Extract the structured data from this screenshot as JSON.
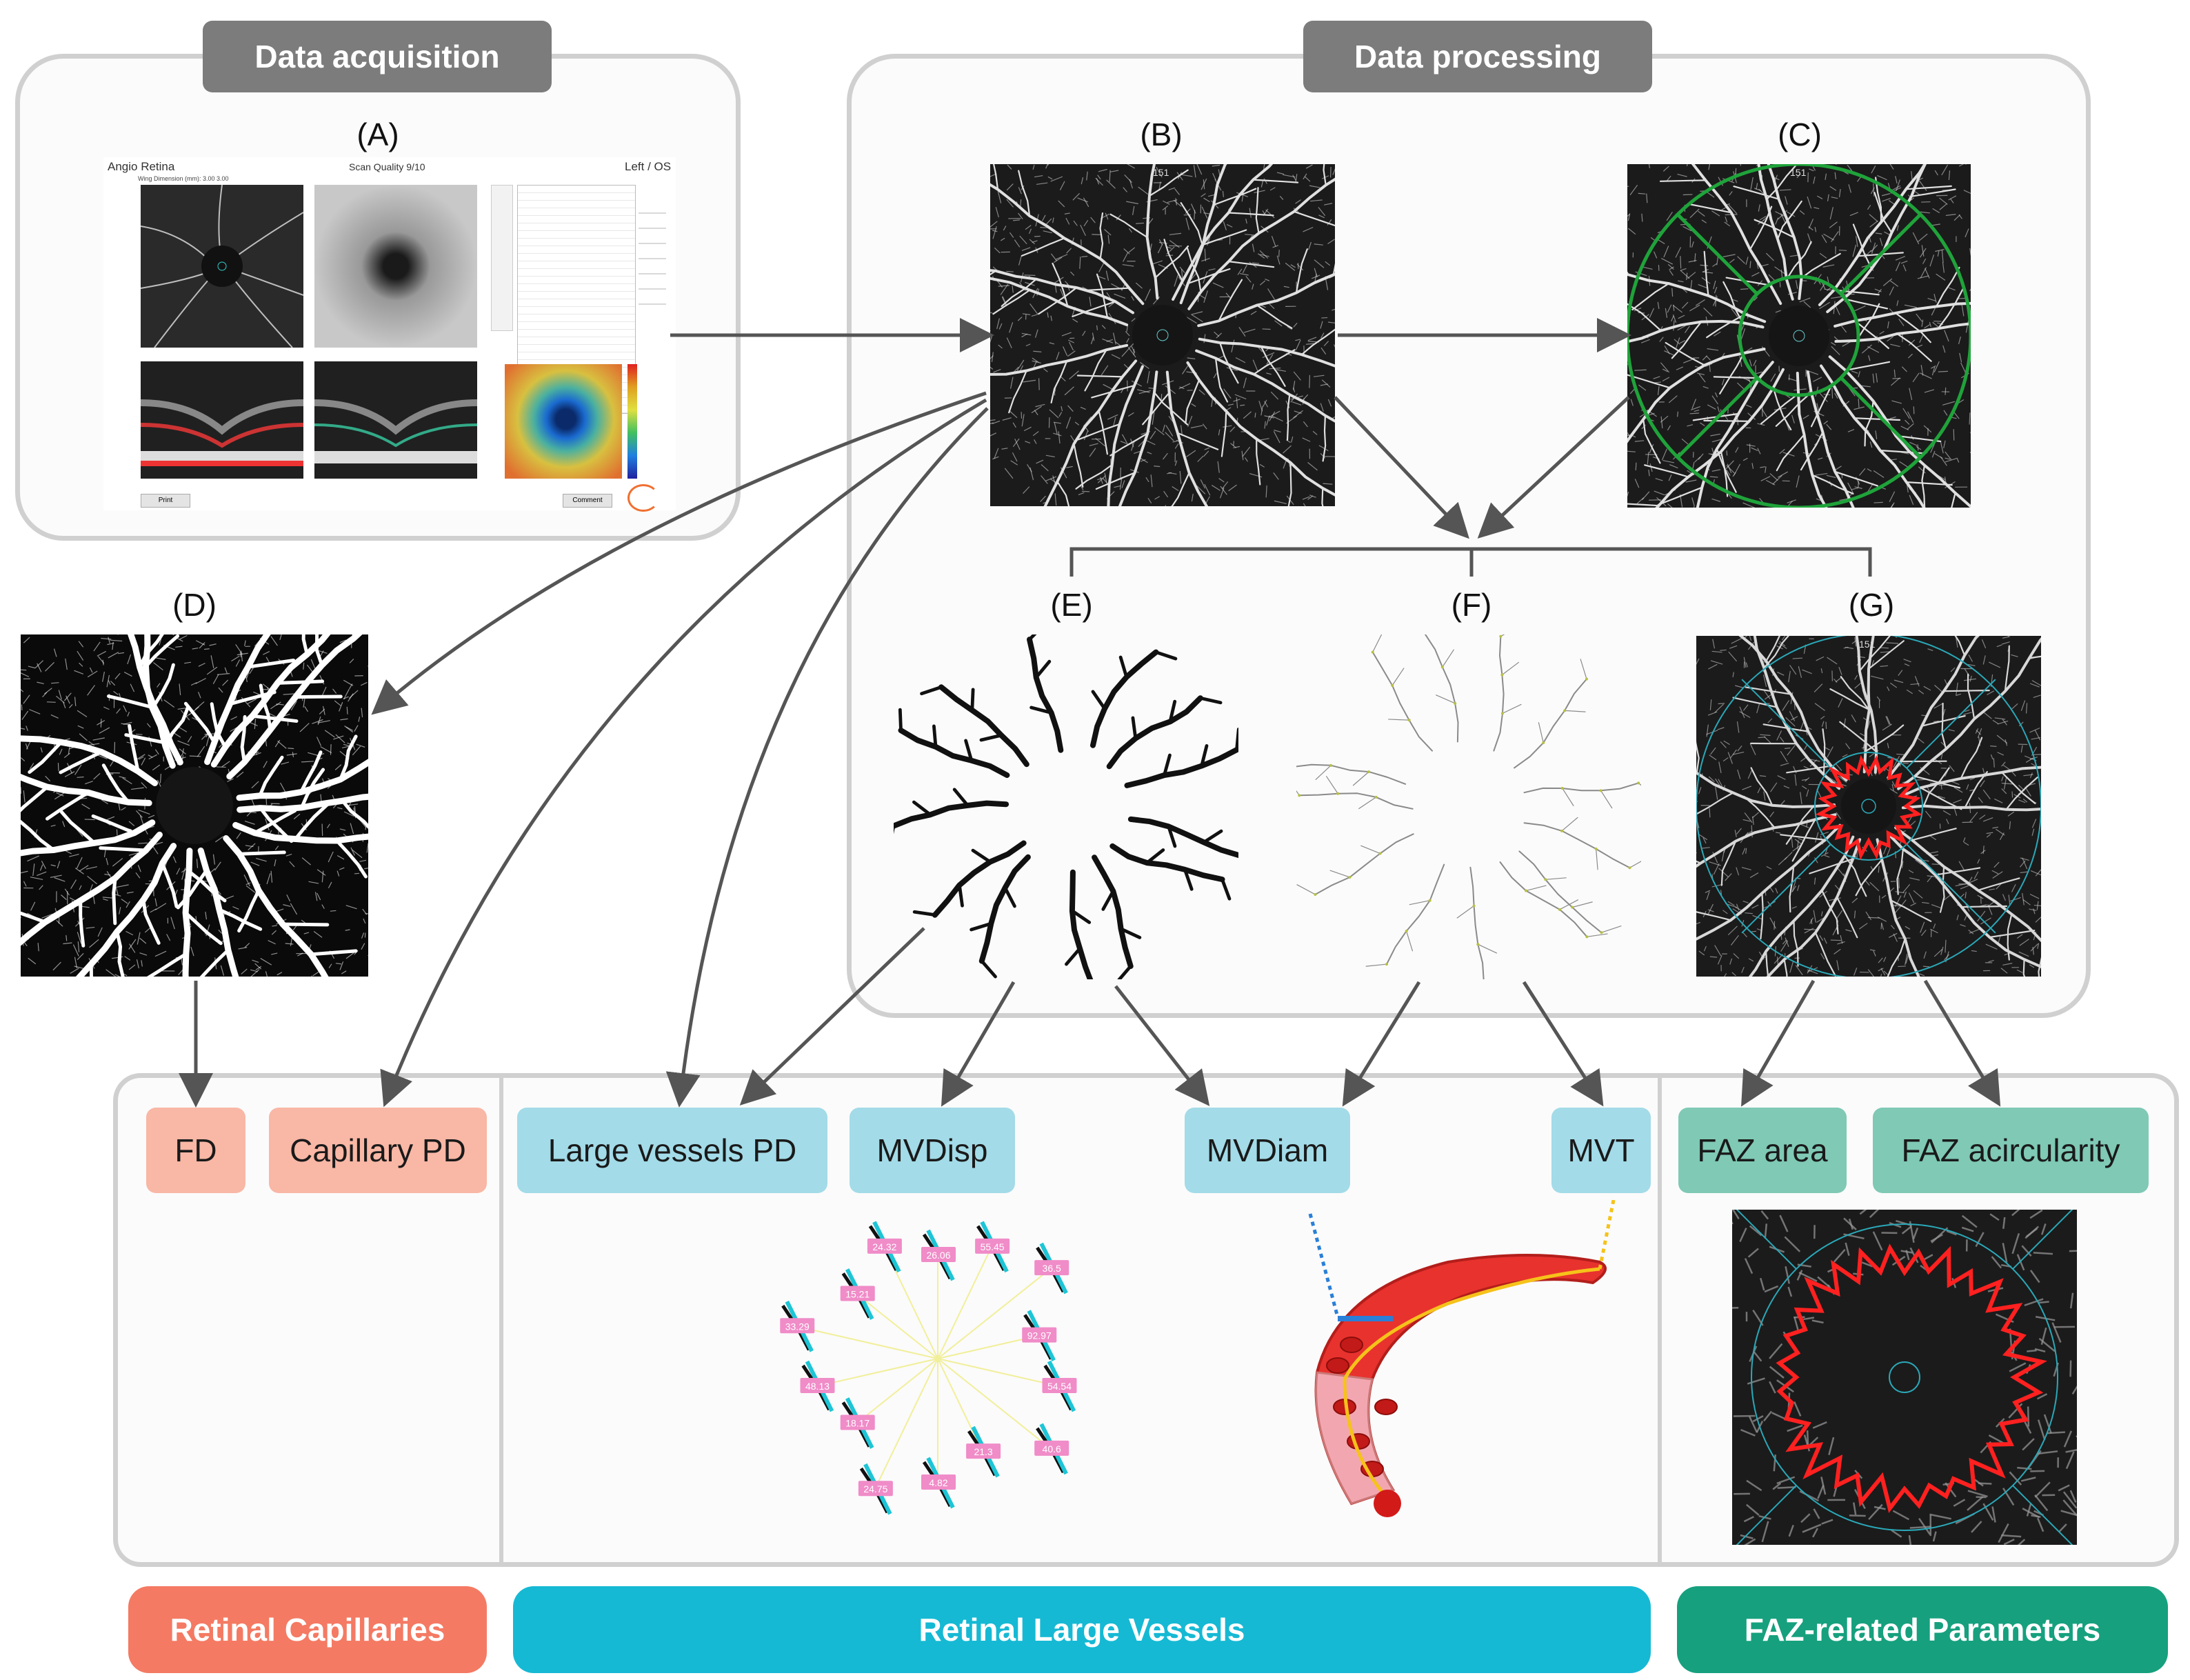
{
  "headers": {
    "acquisition": "Data acquisition",
    "processing": "Data processing"
  },
  "panel_labels": {
    "a": "(A)",
    "b": "(B)",
    "c": "(C)",
    "d": "(D)",
    "e": "(E)",
    "f": "(F)",
    "g": "(G)"
  },
  "screenshot": {
    "title": "Angio Retina",
    "subtitle": "Wing Dimension (mm):  3.00    3.00",
    "quality": "Scan Quality 9/10",
    "eye": "Left / OS",
    "btn_left": "Print",
    "btn_right": "Comment"
  },
  "image_badge": "151",
  "params": {
    "fd": "FD",
    "capillary_pd": "Capillary PD",
    "large_vessels_pd": "Large vessels PD",
    "mvdisp": "MVDisp",
    "mvdiam": "MVDiam",
    "mvt": "MVT",
    "faz_area": "FAZ area",
    "faz_acircularity": "FAZ acircularity"
  },
  "categories": {
    "capillaries": "Retinal Capillaries",
    "large_vessels": "Retinal Large Vessels",
    "faz": "FAZ-related Parameters"
  },
  "mvdisp_labels": [
    "26.06",
    "55.45",
    "36.5",
    "92.97",
    "54.54",
    "40.6",
    "21.3",
    "4.82",
    "24.75",
    "18.17",
    "48.13",
    "33.29",
    "15.21",
    "24.32"
  ],
  "colors": {
    "coral": "#f9b7a5",
    "coral_dark": "#f47a63",
    "blue": "#a3dbe8",
    "blue_dark": "#16b9d4",
    "teal": "#7fc9b5",
    "teal_dark": "#16a07e",
    "header_gray": "#7c7c7c",
    "faz_red": "#ff2020",
    "ring_green": "#1fa33a"
  }
}
